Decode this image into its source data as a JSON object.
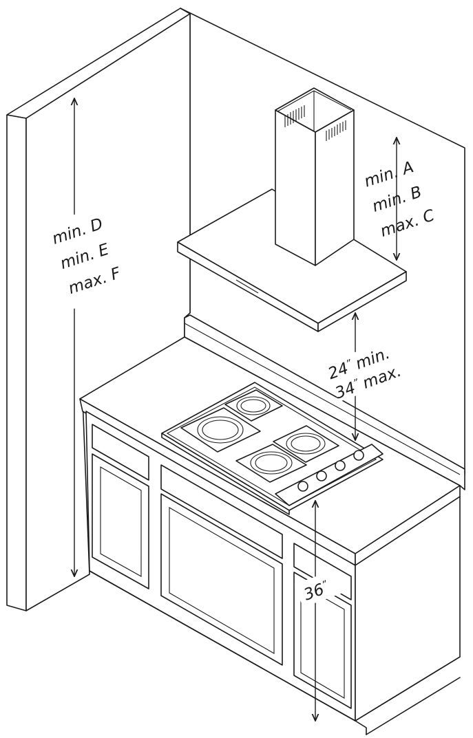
{
  "labels": {
    "rhs_line1": "min. A",
    "rhs_line2": "min. B",
    "rhs_line3": "max. C",
    "lhs_line1": "min. D",
    "lhs_line2": "min. E",
    "lhs_line3": "max. F",
    "gap_min_value": "24",
    "gap_min_suffix": "min.",
    "gap_max_value": "34",
    "gap_max_suffix": "max.",
    "inch_mark": "”",
    "counter_height": "36"
  },
  "colors": {
    "line": "#1a1a1a",
    "background": "#ffffff"
  }
}
